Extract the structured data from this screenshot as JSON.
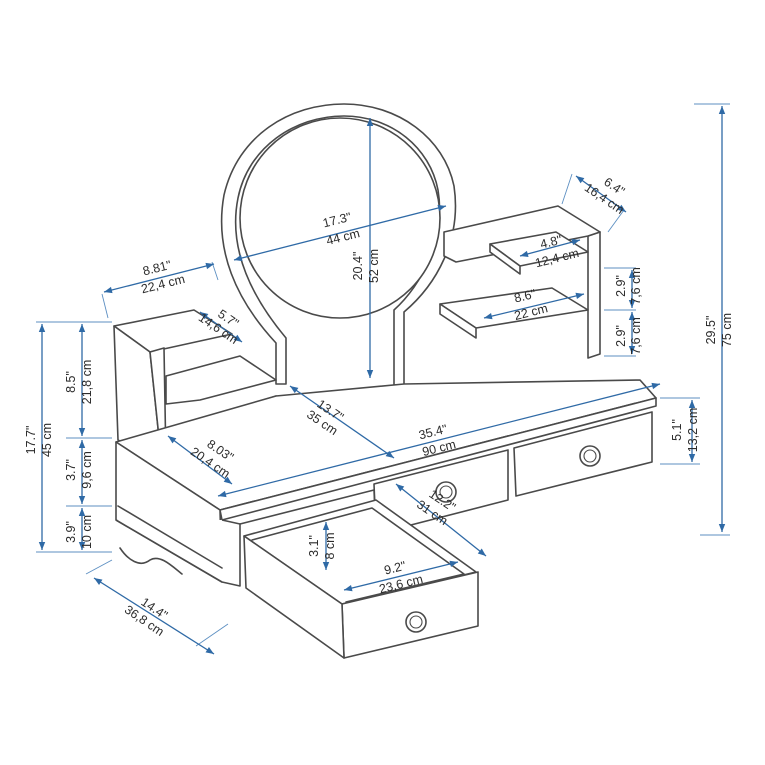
{
  "colors": {
    "outline": "#4a4a4a",
    "dimension": "#2f6aa6"
  },
  "dimensions": {
    "total_height": {
      "in": "29.5\"",
      "cm": "75 cm"
    },
    "body_height": {
      "in": "17.7\"",
      "cm": "45 cm"
    },
    "side_width": {
      "in": "8.81\"",
      "cm": "22,4 cm"
    },
    "side_niche": {
      "in": "5.7\"",
      "cm": "14,6 cm"
    },
    "side_upper": {
      "in": "8.5\"",
      "cm": "21,8 cm"
    },
    "drawer_level": {
      "in": "3.7\"",
      "cm": "9,6 cm"
    },
    "base_height": {
      "in": "3.9\"",
      "cm": "10 cm"
    },
    "depth": {
      "in": "14.4\"",
      "cm": "36,8 cm"
    },
    "mirror_width": {
      "in": "17.3\"",
      "cm": "44 cm"
    },
    "mirror_height": {
      "in": "20.4\"",
      "cm": "52 cm"
    },
    "top_depth": {
      "in": "13.7\"",
      "cm": "35 cm"
    },
    "top_width": {
      "in": "35.4\"",
      "cm": "90 cm"
    },
    "inner_depth": {
      "in": "8.03\"",
      "cm": "20,4 cm"
    },
    "shelf_depth": {
      "in": "6.4\"",
      "cm": "16,4 cm"
    },
    "shelf_small": {
      "in": "4.8\"",
      "cm": "12,4 cm"
    },
    "shelf_large": {
      "in": "8.6\"",
      "cm": "22 cm"
    },
    "shelf_gap_top": {
      "in": "2.9\"",
      "cm": "7,6 cm"
    },
    "shelf_gap_bot": {
      "in": "2.9\"",
      "cm": "7,6 cm"
    },
    "drawer_front_h": {
      "in": "5.1\"",
      "cm": "13,2 cm"
    },
    "drawer_depth": {
      "in": "12.2\"",
      "cm": "31 cm"
    },
    "drawer_inner_h": {
      "in": "3.1\"",
      "cm": "8 cm"
    },
    "drawer_width": {
      "in": "9.2\"",
      "cm": "23,6 cm"
    }
  }
}
